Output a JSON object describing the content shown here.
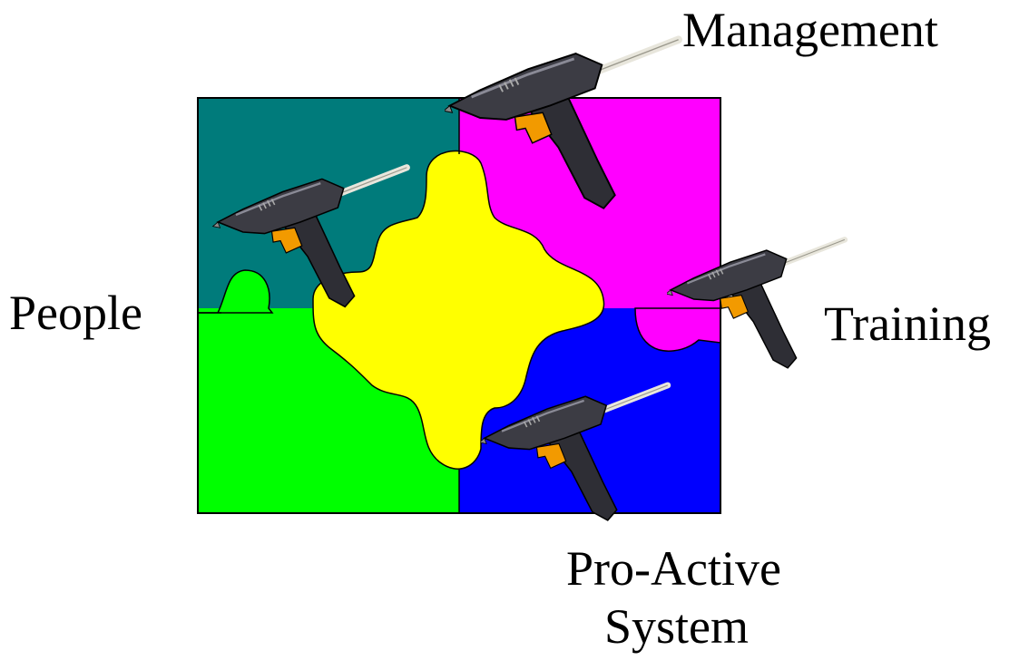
{
  "labels": {
    "management": "Management",
    "people": "People",
    "training": "Training",
    "proactive_line1": "Pro-Active",
    "proactive_line2": "System"
  },
  "colors": {
    "teal": "#007b7b",
    "magenta": "#ff00ff",
    "green": "#00ff00",
    "blue": "#0000ff",
    "yellow": "#ffff00",
    "outline": "#000000",
    "gun_body": "#3c3c44",
    "trigger": "#f29a00",
    "glue_stick": "#e8e6dc"
  },
  "icons": {
    "glue_gun": "glue-gun-icon"
  }
}
